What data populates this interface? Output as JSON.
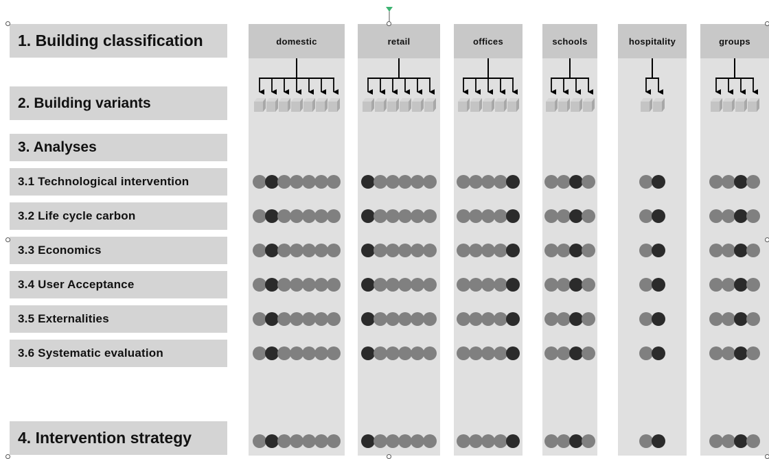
{
  "rows": {
    "classification": "1. Building classification",
    "variants": "2. Building variants",
    "analyses": "3. Analyses",
    "a1": "3.1 Technological intervention",
    "a2": "3.2 Life cycle carbon",
    "a3": "3.3 Economics",
    "a4": "3.4 User Acceptance",
    "a5": "3.5 Externalities",
    "a6": "3.6 Systematic evaluation",
    "strategy": "4. Intervention strategy"
  },
  "columns": [
    {
      "name": "domestic",
      "variants": 7,
      "selected": 1
    },
    {
      "name": "retail",
      "variants": 6,
      "selected": 0
    },
    {
      "name": "offices",
      "variants": 5,
      "selected": 4
    },
    {
      "name": "schools",
      "variants": 4,
      "selected": 2
    },
    {
      "name": "hospitality",
      "variants": 2,
      "selected": 1
    },
    {
      "name": "groups",
      "variants": 4,
      "selected": 2
    }
  ],
  "colors": {
    "selected_dot": "#2b2b2b",
    "dot": "#808080",
    "variant_box": "#c4c4c4",
    "arrow": "#000000",
    "rotation_handle": "#3cb371"
  }
}
